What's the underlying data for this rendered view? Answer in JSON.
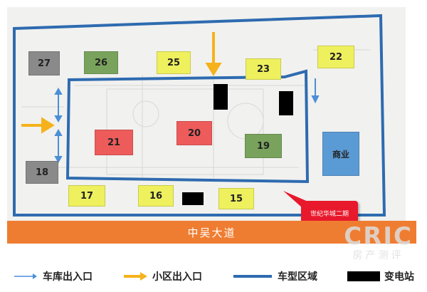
{
  "buildings": [
    {
      "id": "27",
      "color": "#8a8a8a"
    },
    {
      "id": "26",
      "color": "#79a35c"
    },
    {
      "id": "25",
      "color": "#eef05e"
    },
    {
      "id": "23",
      "color": "#eef05e"
    },
    {
      "id": "22",
      "color": "#eef05e"
    },
    {
      "id": "21",
      "color": "#ee5b5b"
    },
    {
      "id": "20",
      "color": "#ee5b5b"
    },
    {
      "id": "19",
      "color": "#79a35c"
    },
    {
      "id": "18",
      "color": "#8a8a8a"
    },
    {
      "id": "17",
      "color": "#eef05e"
    },
    {
      "id": "16",
      "color": "#eef05e"
    },
    {
      "id": "15",
      "color": "#eef05e"
    }
  ],
  "commercial": {
    "label": "商业",
    "color": "#5b9bd5"
  },
  "road": {
    "label": "中吴大道",
    "color": "#ef7d31"
  },
  "callout": {
    "label": "世纪华城二期",
    "color": "#e8192c"
  },
  "watermark": {
    "en": "CRIC",
    "cn": "房产测评"
  },
  "legend": {
    "garage_entrance": "车库出入口",
    "community_entrance": "小区出入口",
    "phase_area": "车型区域",
    "substation": "变电站"
  },
  "colors": {
    "boundary": "#2e6bb0",
    "garage_arrow": "#4a8fd8",
    "community_arrow": "#f5b21b",
    "substation": "#000000"
  }
}
